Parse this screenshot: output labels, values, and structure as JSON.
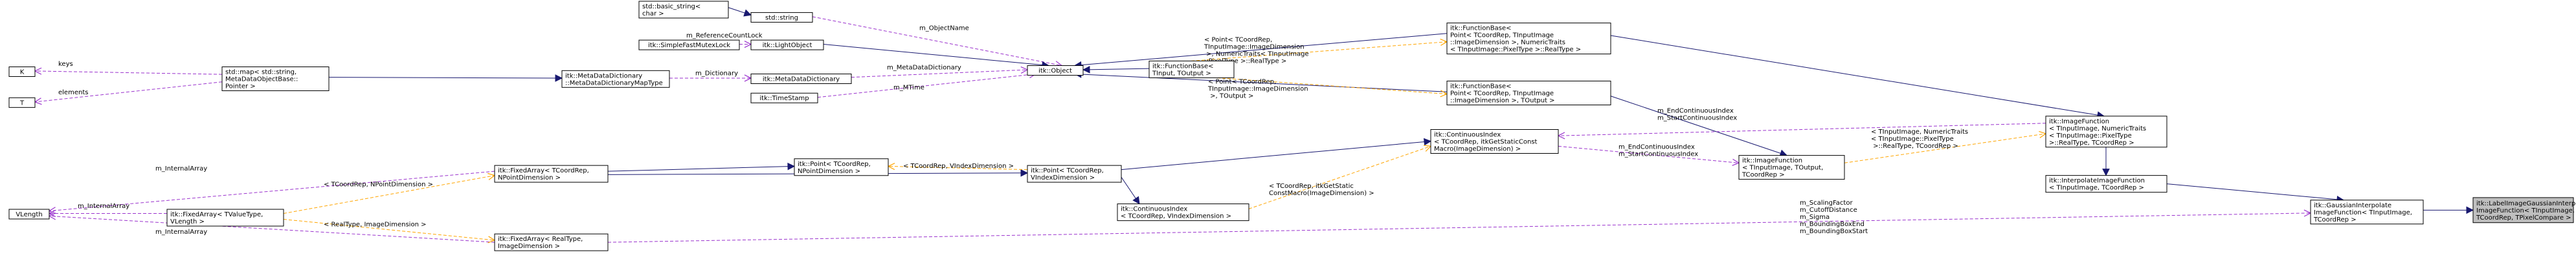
{
  "colors": {
    "inheritance": "#191970",
    "usage": "#9a32cd",
    "template": "#ffa500",
    "node_border": "#000000",
    "root_fill": "#bfbfbf"
  },
  "nodes": [
    {
      "id": "basic_string",
      "lines": [
        "std::basic_string<",
        "char >"
      ]
    },
    {
      "id": "string",
      "lines": [
        "std::string"
      ]
    },
    {
      "id": "simple_fast_mutex_lock",
      "lines": [
        "itk::SimpleFastMutexLock"
      ]
    },
    {
      "id": "light_object",
      "lines": [
        "itk::LightObject"
      ]
    },
    {
      "id": "k",
      "lines": [
        "K"
      ]
    },
    {
      "id": "std_map",
      "lines": [
        "std::map< std::string,",
        "MetaDataObjectBase::",
        "Pointer >"
      ]
    },
    {
      "id": "t",
      "lines": [
        "T"
      ]
    },
    {
      "id": "meta_data_dictionary_map_type",
      "lines": [
        "itk::MetaDataDictionary",
        "::MetaDataDictionaryMapType"
      ]
    },
    {
      "id": "meta_data_dictionary",
      "lines": [
        "itk::MetaDataDictionary"
      ]
    },
    {
      "id": "time_stamp",
      "lines": [
        "itk::TimeStamp"
      ]
    },
    {
      "id": "object",
      "lines": [
        "itk::Object"
      ]
    },
    {
      "id": "function_base_tinput",
      "lines": [
        "itk::FunctionBase<",
        "TInput, TOutput >"
      ]
    },
    {
      "id": "function_base_point_realtype",
      "lines": [
        "itk::FunctionBase<",
        "Point< TCoordRep, TInputImage",
        "::ImageDimension >, NumericTraits",
        "< TInputImage::PixelType >::RealType >"
      ]
    },
    {
      "id": "function_base_point_toutput",
      "lines": [
        "itk::FunctionBase<",
        "Point< TCoordRep, TInputImage",
        "::ImageDimension >, TOutput >"
      ]
    },
    {
      "id": "vlength",
      "lines": [
        "VLength"
      ]
    },
    {
      "id": "fixed_array_tcoordrep",
      "lines": [
        "itk::FixedArray< TCoordRep,",
        "NPointDimension >"
      ]
    },
    {
      "id": "point_npoint",
      "lines": [
        "itk::Point< TCoordRep,",
        "NPointDimension >"
      ]
    },
    {
      "id": "point_vindex",
      "lines": [
        "itk::Point< TCoordRep,",
        "VIndexDimension >"
      ]
    },
    {
      "id": "fixed_array_tvalue",
      "lines": [
        "itk::FixedArray< TValueType,",
        "VLength >"
      ]
    },
    {
      "id": "continuous_index_vindex",
      "lines": [
        "itk::ContinuousIndex",
        "< TCoordRep, VIndexDimension >"
      ]
    },
    {
      "id": "continuous_index_getstatic",
      "lines": [
        "itk::ContinuousIndex",
        "< TCoordRep, itkGetStaticConst",
        "Macro(ImageDimension) >"
      ]
    },
    {
      "id": "image_function_tinput",
      "lines": [
        "itk::ImageFunction",
        "< TInputImage, TOutput,",
        "TCoordRep >"
      ]
    },
    {
      "id": "image_function_numeric",
      "lines": [
        "itk::ImageFunction",
        "< TInputImage, NumericTraits",
        "< TInputImage::PixelType",
        ">::RealType, TCoordRep >"
      ]
    },
    {
      "id": "interpolate_image_function",
      "lines": [
        "itk::InterpolateImageFunction",
        "< TInputImage, TCoordRep >"
      ]
    },
    {
      "id": "fixed_array_realtype",
      "lines": [
        "itk::FixedArray< RealType,",
        "ImageDimension >"
      ]
    },
    {
      "id": "gaussian_interpolate",
      "lines": [
        "itk::GaussianInterpolate",
        "ImageFunction< TInputImage,",
        "TCoordRep >"
      ]
    },
    {
      "id": "label_image_gaussian",
      "lines": [
        "itk::LabelImageGaussianInterpolate",
        "ImageFunction< TInputImage,",
        "TCoordRep, TPixelCompare >"
      ]
    }
  ],
  "edges": [
    {
      "id": "e-basic-string",
      "kind": "inheritance",
      "label": []
    },
    {
      "id": "e-string-object",
      "kind": "usage",
      "label": [
        "m_ObjectName"
      ]
    },
    {
      "id": "e-mutex-light",
      "kind": "usage",
      "label": [
        "m_ReferenceCountLock"
      ]
    },
    {
      "id": "e-light-object",
      "kind": "inheritance",
      "label": []
    },
    {
      "id": "e-k-map",
      "kind": "usage",
      "label": [
        "keys"
      ]
    },
    {
      "id": "e-t-map",
      "kind": "usage",
      "label": [
        "elements"
      ]
    },
    {
      "id": "e-map-mdmap",
      "kind": "inheritance",
      "label": []
    },
    {
      "id": "e-mdmap-md",
      "kind": "usage",
      "label": [
        "m_Dictionary"
      ]
    },
    {
      "id": "e-md-object",
      "kind": "usage",
      "label": [
        "m_MetaDataDictionary"
      ]
    },
    {
      "id": "e-ts-object",
      "kind": "usage",
      "label": [
        "m_MTime"
      ]
    },
    {
      "id": "e-object-fb",
      "kind": "inheritance",
      "label": []
    },
    {
      "id": "e-object-fbreal",
      "kind": "inheritance",
      "label": []
    },
    {
      "id": "e-object-fbout",
      "kind": "inheritance",
      "label": []
    },
    {
      "id": "e-fb-fbreal",
      "kind": "template",
      "label": [
        "< Point< TCoordRep,",
        "TInputImage::ImageDimension",
        " >, NumericTraits< TInputImage",
        "::PixelType >::RealType >"
      ]
    },
    {
      "id": "e-fb-fbout",
      "kind": "template",
      "label": [
        "< Point< TCoordRep,",
        "TInputImage::ImageDimension",
        " >, TOutput >"
      ]
    },
    {
      "id": "e-vlength-fa",
      "kind": "usage",
      "label": [
        "m_InternalArray"
      ]
    },
    {
      "id": "e-vlength-fatv",
      "kind": "usage",
      "label": [
        "m_InternalArray"
      ]
    },
    {
      "id": "e-vlength-fart",
      "kind": "usage",
      "label": [
        "m_InternalArray"
      ]
    },
    {
      "id": "e-fa-pointn",
      "kind": "inheritance",
      "label": []
    },
    {
      "id": "e-fa-pointv",
      "kind": "inheritance",
      "label": []
    },
    {
      "id": "e-pointn-pointv",
      "kind": "template",
      "label": [
        "< TCoordRep, VIndexDimension >"
      ]
    },
    {
      "id": "e-fatv-fa",
      "kind": "template",
      "label": [
        "< TCoordRep, NPointDimension >"
      ]
    },
    {
      "id": "e-fatv-fart",
      "kind": "template",
      "label": [
        "< RealType, ImageDimension >"
      ]
    },
    {
      "id": "e-pointv-civ",
      "kind": "inheritance",
      "label": []
    },
    {
      "id": "e-pointv-cig",
      "kind": "inheritance",
      "label": []
    },
    {
      "id": "e-civ-cig",
      "kind": "template",
      "label": [
        "< TCoordRep, itkGetStatic",
        "ConstMacro(ImageDimension) >"
      ]
    },
    {
      "id": "e-cig-ift",
      "kind": "usage",
      "label": [
        "m_EndContinuousIndex",
        "m_StartContinuousIndex"
      ]
    },
    {
      "id": "e-fbout-ift",
      "kind": "inheritance",
      "label": []
    },
    {
      "id": "e-ift-ifn",
      "kind": "template",
      "label": [
        "< TInputImage, NumericTraits",
        "< TInputImage::PixelType",
        " >::RealType, TCoordRep >"
      ]
    },
    {
      "id": "e-fbreal-ifn",
      "kind": "inheritance",
      "label": []
    },
    {
      "id": "e-cig-ifn",
      "kind": "usage",
      "label": [
        "m_EndContinuousIndex",
        "m_StartContinuousIndex"
      ]
    },
    {
      "id": "e-ifn-iif",
      "kind": "inheritance",
      "label": []
    },
    {
      "id": "e-iif-gauss",
      "kind": "inheritance",
      "label": []
    },
    {
      "id": "e-fart-gauss",
      "kind": "usage",
      "label": [
        "m_ScalingFactor",
        "m_CutoffDistance",
        "m_Sigma",
        "m_BoundingBoxEnd",
        "m_BoundingBoxStart"
      ]
    },
    {
      "id": "e-gauss-label",
      "kind": "inheritance",
      "label": []
    }
  ]
}
